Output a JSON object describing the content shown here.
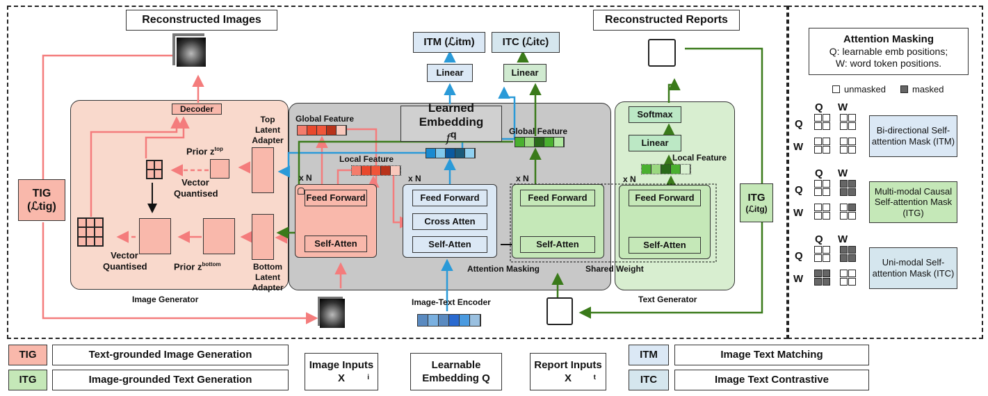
{
  "titles": {
    "reconstructed_images": "Reconstructed Images",
    "reconstructed_reports": "Reconstructed Reports"
  },
  "image_generator": {
    "label": "Image Generator",
    "decoder": "Decoder",
    "top_adapter": "Top Latent Adapter",
    "bottom_adapter": "Bottom Latent Adapter",
    "prior_top": "Prior z",
    "prior_top_sup": "top",
    "prior_bottom": "Prior z",
    "prior_bottom_sup": "bottom",
    "vq1": "Vector Quantised",
    "vq2": "Vector Quantised"
  },
  "encoder": {
    "label": "Image-Text Encoder",
    "learned_embedding": "Learned Embedding",
    "learned_sym": "f",
    "learned_sup": "q",
    "global_v": "Global Feature",
    "local_v": "Local Feature",
    "global_t": "Global Feature",
    "xn": "x N",
    "feed_forward": "Feed Forward",
    "self_atten": "Self-Atten",
    "cross_atten": "Cross Atten",
    "attention_masking": "Attention Masking",
    "shared_weight": "Shared Weight"
  },
  "heads": {
    "itm": "ITM (ℒitm)",
    "itc": "ITC (ℒitc)",
    "linear": "Linear"
  },
  "text_generator": {
    "label": "Text Generator",
    "softmax": "Softmax",
    "linear": "Linear",
    "local_feature": "Local Feature",
    "feed_forward": "Feed Forward",
    "self_atten": "Self-Atten",
    "xn": "x N"
  },
  "losses": {
    "tig": "TIG",
    "tig_sym": "(ℒtig)",
    "itg": "ITG",
    "itg_sym": "(ℒitg)"
  },
  "masking": {
    "title": "Attention Masking",
    "q_desc": "Q: learnable emb positions;",
    "w_desc": "W: word token positions.",
    "unmasked": "unmasked",
    "masked": "masked",
    "q": "Q",
    "w": "W",
    "masks": [
      {
        "name": "Bi-directional Self-attention Mask (ITM)",
        "color": "#dbe8f5",
        "grid": [
          [
            0,
            0,
            0,
            0
          ],
          [
            0,
            0,
            0,
            0
          ],
          [
            0,
            0,
            0,
            0
          ],
          [
            0,
            0,
            0,
            0
          ]
        ]
      },
      {
        "name": "Multi-modal Causal Self-attention Mask (ITG)",
        "color": "#c5e8b8",
        "grid": [
          [
            0,
            0,
            1,
            1
          ],
          [
            0,
            0,
            1,
            1
          ],
          [
            0,
            0,
            0,
            1
          ],
          [
            0,
            0,
            0,
            0
          ]
        ]
      },
      {
        "name": "Uni-modal Self-attention Mask (ITC)",
        "color": "#d5e6ee",
        "grid": [
          [
            0,
            0,
            1,
            1
          ],
          [
            0,
            0,
            1,
            1
          ],
          [
            1,
            1,
            0,
            0
          ],
          [
            1,
            1,
            0,
            0
          ]
        ]
      }
    ]
  },
  "legend": {
    "tig": "TIG",
    "tig_desc": "Text-grounded Image Generation",
    "itg": "ITG",
    "itg_desc": "Image-grounded Text Generation",
    "image_inputs": "Image Inputs X",
    "image_sup": "i",
    "learnable": "Learnable Embedding Q",
    "report_inputs": "Report Inputs X",
    "report_sup": "t",
    "itm": "ITM",
    "itm_desc": "Image Text Matching",
    "itc": "ITC",
    "itc_desc": "Image Text Contrastive"
  },
  "colors": {
    "pink": "#f9b8ab",
    "pink_line": "#f47c7c",
    "green": "#c5e8b8",
    "green_line": "#3a7a1a",
    "blue": "#dbe8f5",
    "blue_line": "#2a9ad8",
    "gray": "#c8c8c8"
  }
}
